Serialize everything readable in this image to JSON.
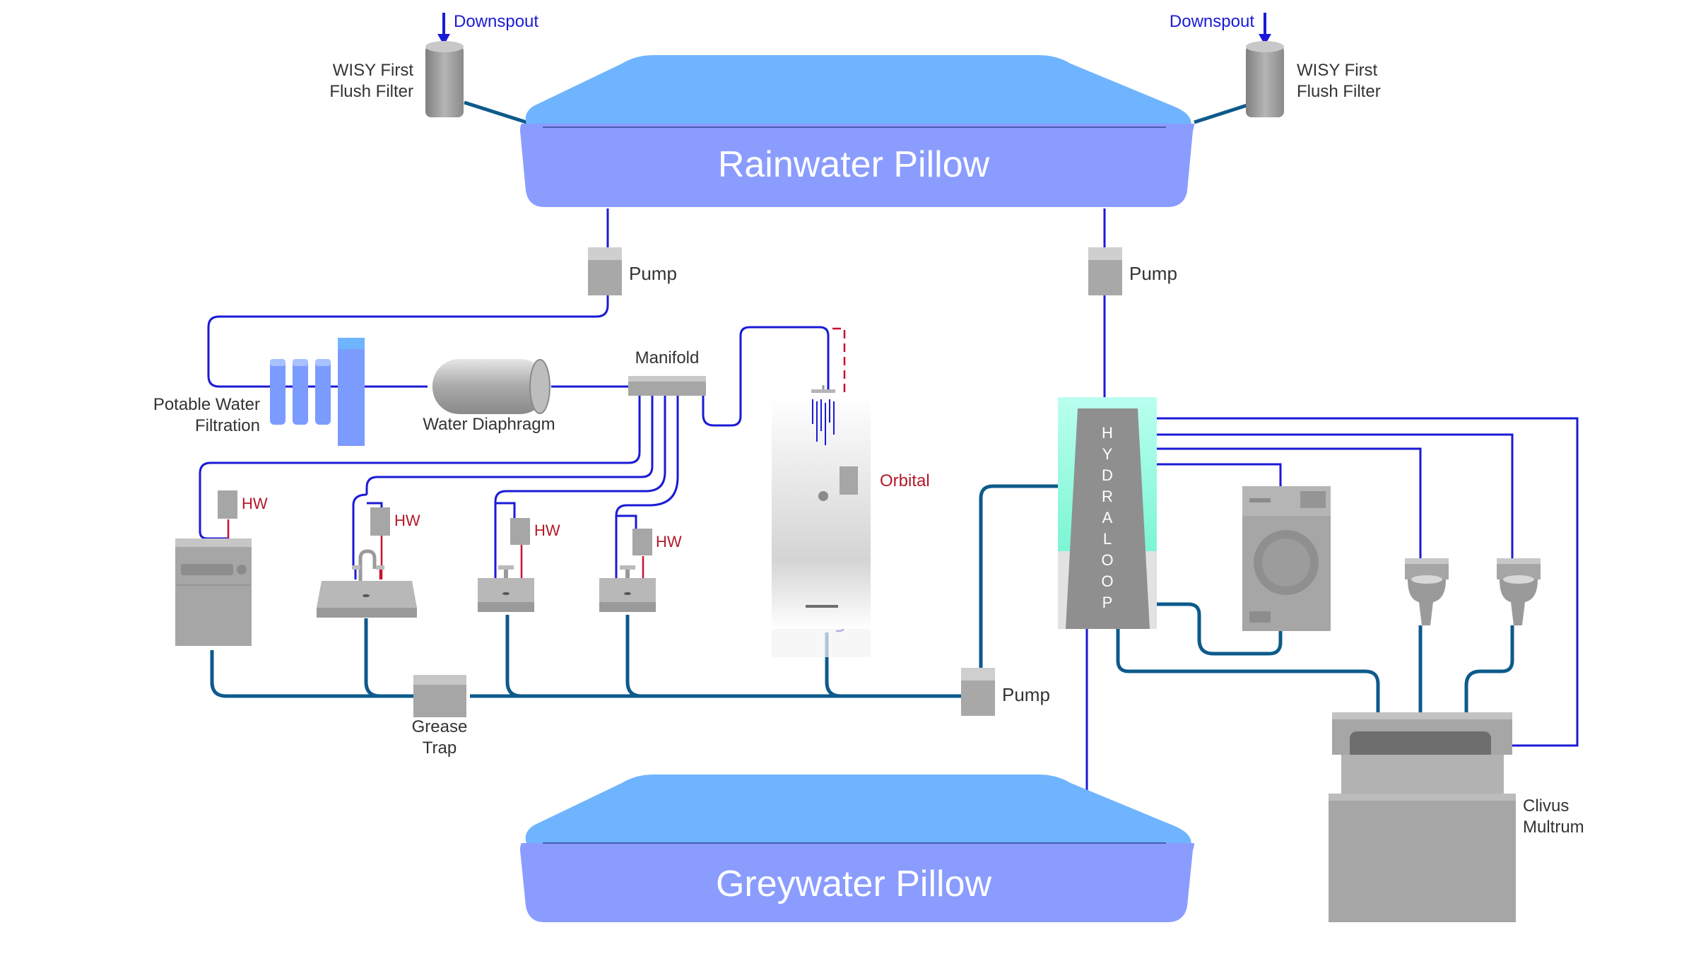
{
  "labels": {
    "rainwater_pillow": "Rainwater Pillow",
    "greywater_pillow": "Greywater Pillow",
    "downspout_left": "Downspout",
    "downspout_right": "Downspout",
    "wisy_left_line1": "WISY First",
    "wisy_left_line2": "Flush Filter",
    "wisy_right_line1": "WISY First",
    "wisy_right_line2": "Flush Filter",
    "pump_left": "Pump",
    "pump_right": "Pump",
    "pump_bottom": "Pump",
    "potable_line1": "Potable Water",
    "potable_line2": "Filtration",
    "water_diaphragm": "Water Diaphragm",
    "manifold": "Manifold",
    "orbital": "Orbital",
    "hw_1": "HW",
    "hw_2": "HW",
    "hw_3": "HW",
    "hw_4": "HW",
    "grease_line1": "Grease",
    "grease_line2": "Trap",
    "hydraloop_letters": [
      "H",
      "Y",
      "D",
      "R",
      "A",
      "L",
      "O",
      "O",
      "P"
    ],
    "clivus_line1": "Clivus",
    "clivus_line2": "Multrum"
  },
  "colors": {
    "pillow_top": "#6fb4ff",
    "pillow_body": "#8b9cff",
    "pipe_potable": "#1a1ad6",
    "pipe_grey": "#0d5a8c",
    "pipe_hot": "#c8102e",
    "equipment_gray": "#a6a6a6",
    "label_red": "#b3192b",
    "label_blue": "#1a1ad6",
    "hydraloop_glow": "#7fffd4"
  }
}
